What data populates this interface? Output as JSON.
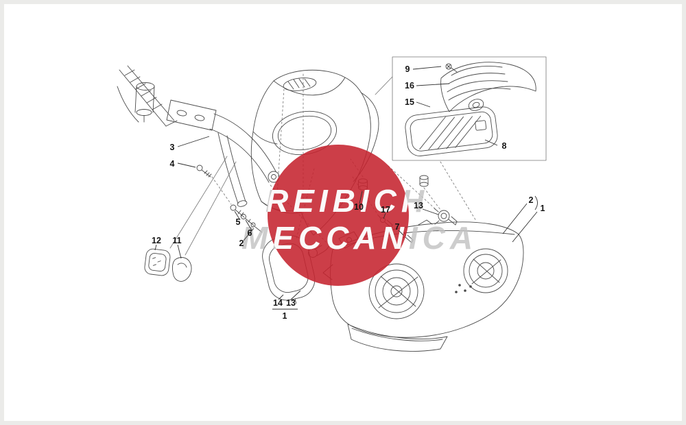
{
  "page": {
    "background": "#ffffff",
    "frame_color": "#ebebe9"
  },
  "watermark": {
    "line1": "REIBICH",
    "line2": "MECCANICA",
    "circle_color": "#c5232f",
    "text_color": "#c2c2c2"
  },
  "diagram": {
    "stroke_color": "#4a4a4a",
    "callouts": {
      "c9": {
        "label": "9"
      },
      "c16": {
        "label": "16"
      },
      "c15": {
        "label": "15"
      },
      "c8": {
        "label": "8"
      },
      "c3": {
        "label": "3"
      },
      "c4": {
        "label": "4"
      },
      "c5": {
        "label": "5"
      },
      "c6": {
        "label": "6",
        "color": "#8b2020"
      },
      "c2_fairing": {
        "label": "2"
      },
      "c12": {
        "label": "12"
      },
      "c11": {
        "label": "11"
      },
      "c10": {
        "label": "10"
      },
      "c17": {
        "label": "17"
      },
      "c13_bulb": {
        "label": "13"
      },
      "c7": {
        "label": "7"
      },
      "c2_headlight": {
        "label": "2"
      },
      "c1_headlight": {
        "label": "1"
      },
      "c14": {
        "label": "14"
      },
      "c13_ring": {
        "label": "13"
      },
      "c1_ring": {
        "label": "1"
      }
    }
  }
}
